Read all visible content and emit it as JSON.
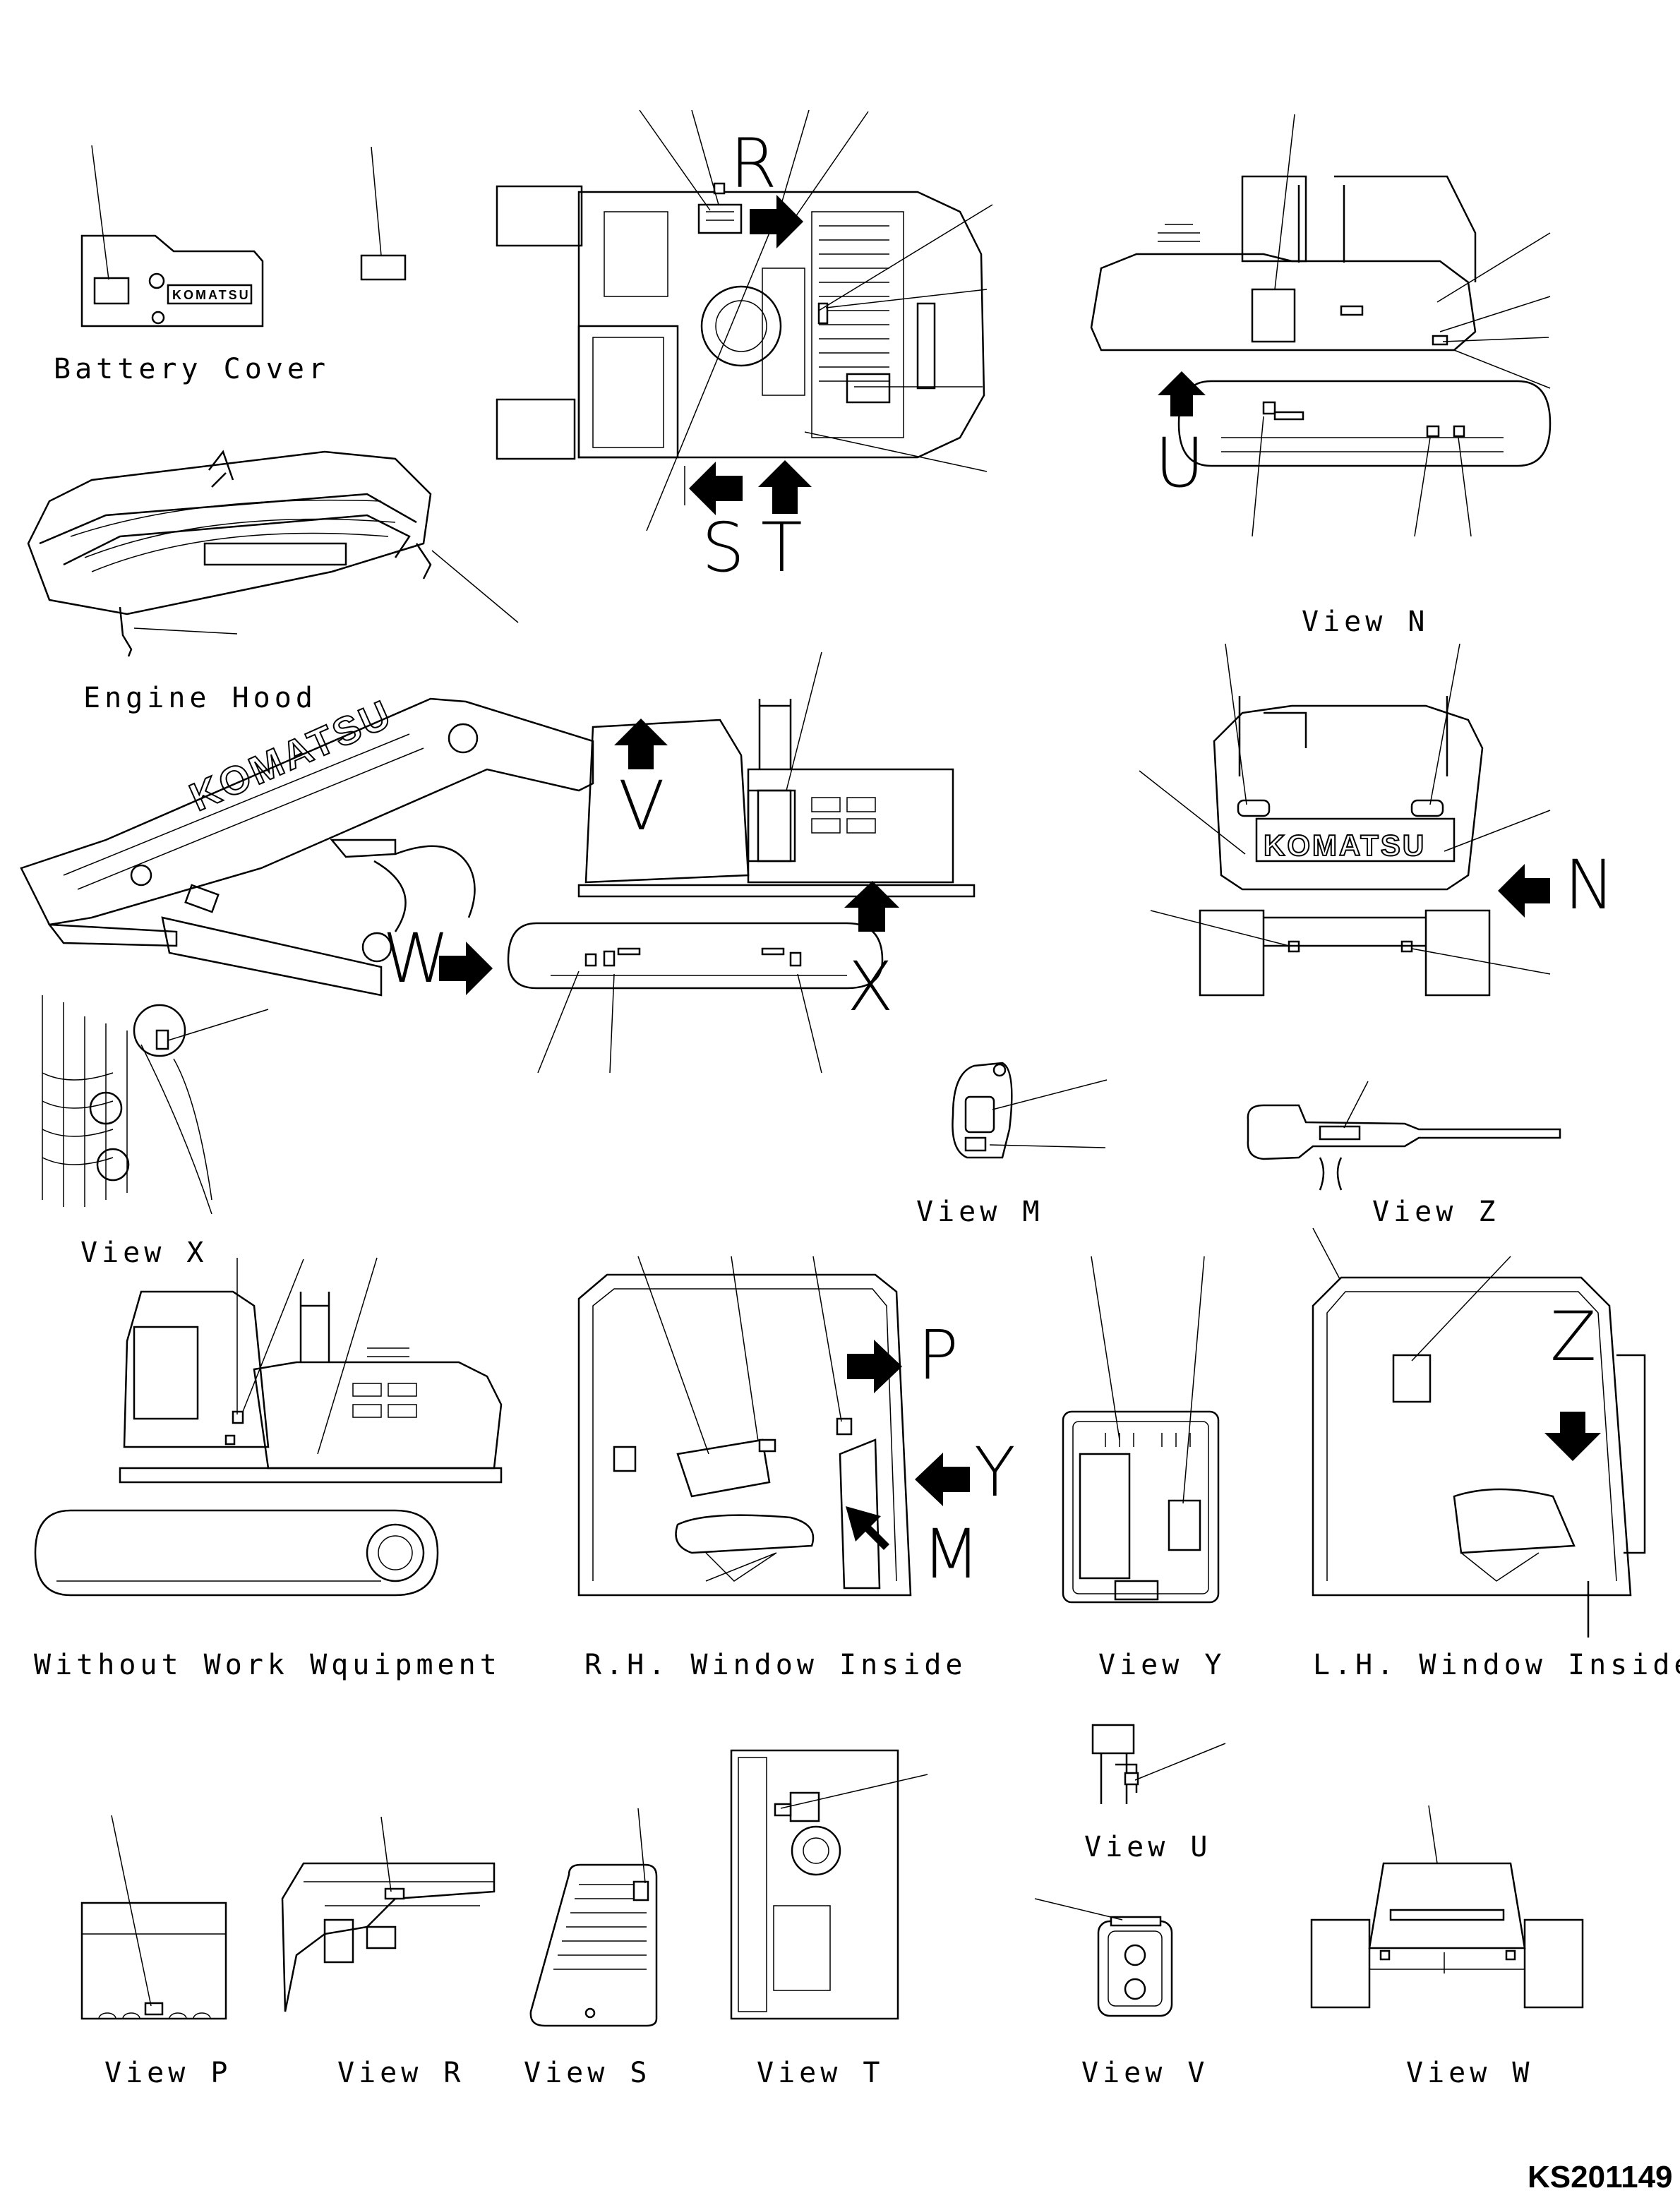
{
  "view_labels": {
    "battery_cover": "Battery Cover",
    "engine_hood": "Engine Hood",
    "view_n": "View N",
    "view_x": "View X",
    "view_m": "View M",
    "view_z": "View Z",
    "without_work_equipment": "Without Work Wquipment",
    "rh_window_inside": "R.H. Window Inside",
    "view_y": "View Y",
    "lh_window_inside": "L.H. Window Inside",
    "view_u": "View U",
    "view_p": "View P",
    "view_r": "View R",
    "view_s": "View S",
    "view_t": "View T",
    "view_v": "View V",
    "view_w": "View W"
  },
  "arrow_letters": {
    "r": "R",
    "s": "S",
    "t": "T",
    "u": "U",
    "n": "N",
    "v": "V",
    "w": "W",
    "x": "X",
    "p": "P",
    "y": "Y",
    "m": "M",
    "z": "Z"
  },
  "brand": "KOMATSU",
  "drawing_code": "KS201149"
}
